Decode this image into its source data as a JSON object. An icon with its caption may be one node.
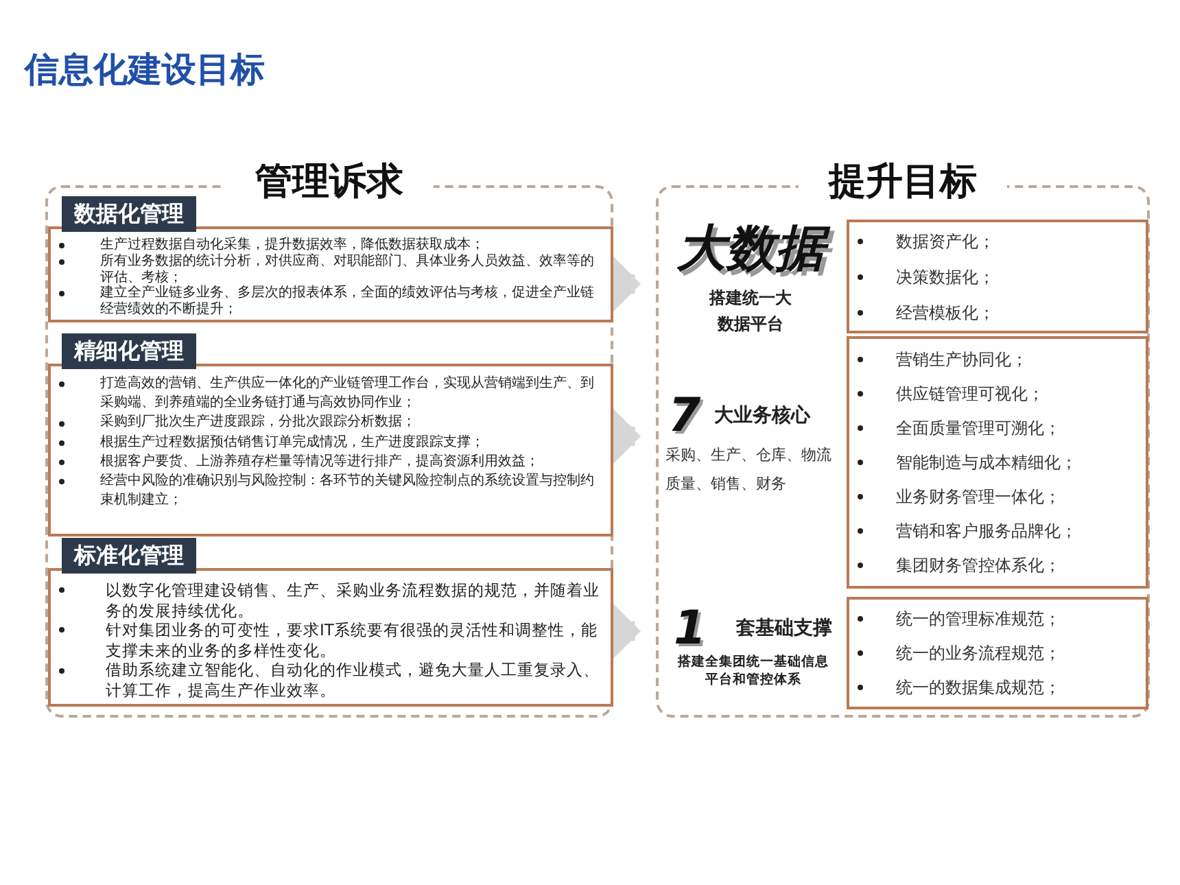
{
  "diagram": {
    "title": "信息化建设目标",
    "nodes": [
      {
        "text": [
          "管理诉求"
        ]
      },
      {
        "text": [
          "数据化管理"
        ],
        "in": 0
      },
      {
        "text": [
          "生产过程数据自动化采集，提升数据效率，降低数据获取成本；",
          "所有业务数据的统计分析，对供应商、对职能部门、具体业务人员效益、效率等的评估、考核；",
          "建立全产业链多业务、多层次的报表体系，全面的绩效评估与考核，促进全产业链经营绩效的不断提升；"
        ],
        "in": 0
      },
      {
        "text": [
          "精细化管理"
        ],
        "in": 0
      },
      {
        "text": [
          "打造高效的营销、生产供应一体化的产业链管理工作台，实现从营销端到生产、到采购端、到养殖端的全业务链打通与高效协同作业；",
          "采购到厂批次生产进度跟踪，分批次跟踪分析数据；",
          "根据生产过程数据预估销售订单完成情况，生产进度跟踪支撑；",
          "根据客户要货、上游养殖存栏量等情况等进行排产，提高资源利用效益；",
          "经营中风险的准确识别与风险控制：各环节的关键风险控制点的系统设置与控制约束机制建立；"
        ],
        "in": 0
      },
      {
        "text": [
          "标准化管理"
        ],
        "in": 0
      },
      {
        "text": [
          "以数字化管理建设销售、生产、采购业务流程数据的规范，并随着业务的发展持续优化。",
          "针对集团业务的可变性，要求IT系统要有很强的灵活性和调整性，能支撑未来的业务的多样性变化。",
          "借助系统建立智能化、自动化的作业模式，避免大量人工重复录入、计算工作，提高生产作业效率。"
        ],
        "in": 0
      },
      {
        "text": [
          "提升目标"
        ]
      },
      {
        "text": [
          "大数据",
          "搭建统一大数据平台"
        ],
        "in": 7
      },
      {
        "text": [
          "数据资产化；",
          "决策数据化；",
          "经营模板化；"
        ],
        "in": 7
      },
      {
        "text": [
          "7",
          "大业务核心",
          "采购、生产、仓库、物流质量、销售、财务"
        ],
        "in": 7
      },
      {
        "text": [
          "营销生产协同化；",
          "供应链管理可视化；",
          "全面质量管理可溯化；",
          "智能制造与成本精细化；",
          "业务财务管理一体化；",
          "营销和客户服务品牌化；",
          "集团财务管控体系化；"
        ],
        "in": 7
      },
      {
        "text": [
          "1",
          "套基础支撑",
          "搭建全集团统一基础信息平台和管控体系"
        ],
        "in": 7
      },
      {
        "text": [
          "统一的管理标准规范；",
          "统一的业务流程规范；",
          "统一的数据集成规范；"
        ],
        "in": 7
      }
    ],
    "edges": [
      {
        "from": 2,
        "to": 8,
        "arrow": "to"
      },
      {
        "from": 4,
        "to": 10,
        "arrow": "to"
      },
      {
        "from": 6,
        "to": 12,
        "arrow": "to"
      }
    ]
  }
}
